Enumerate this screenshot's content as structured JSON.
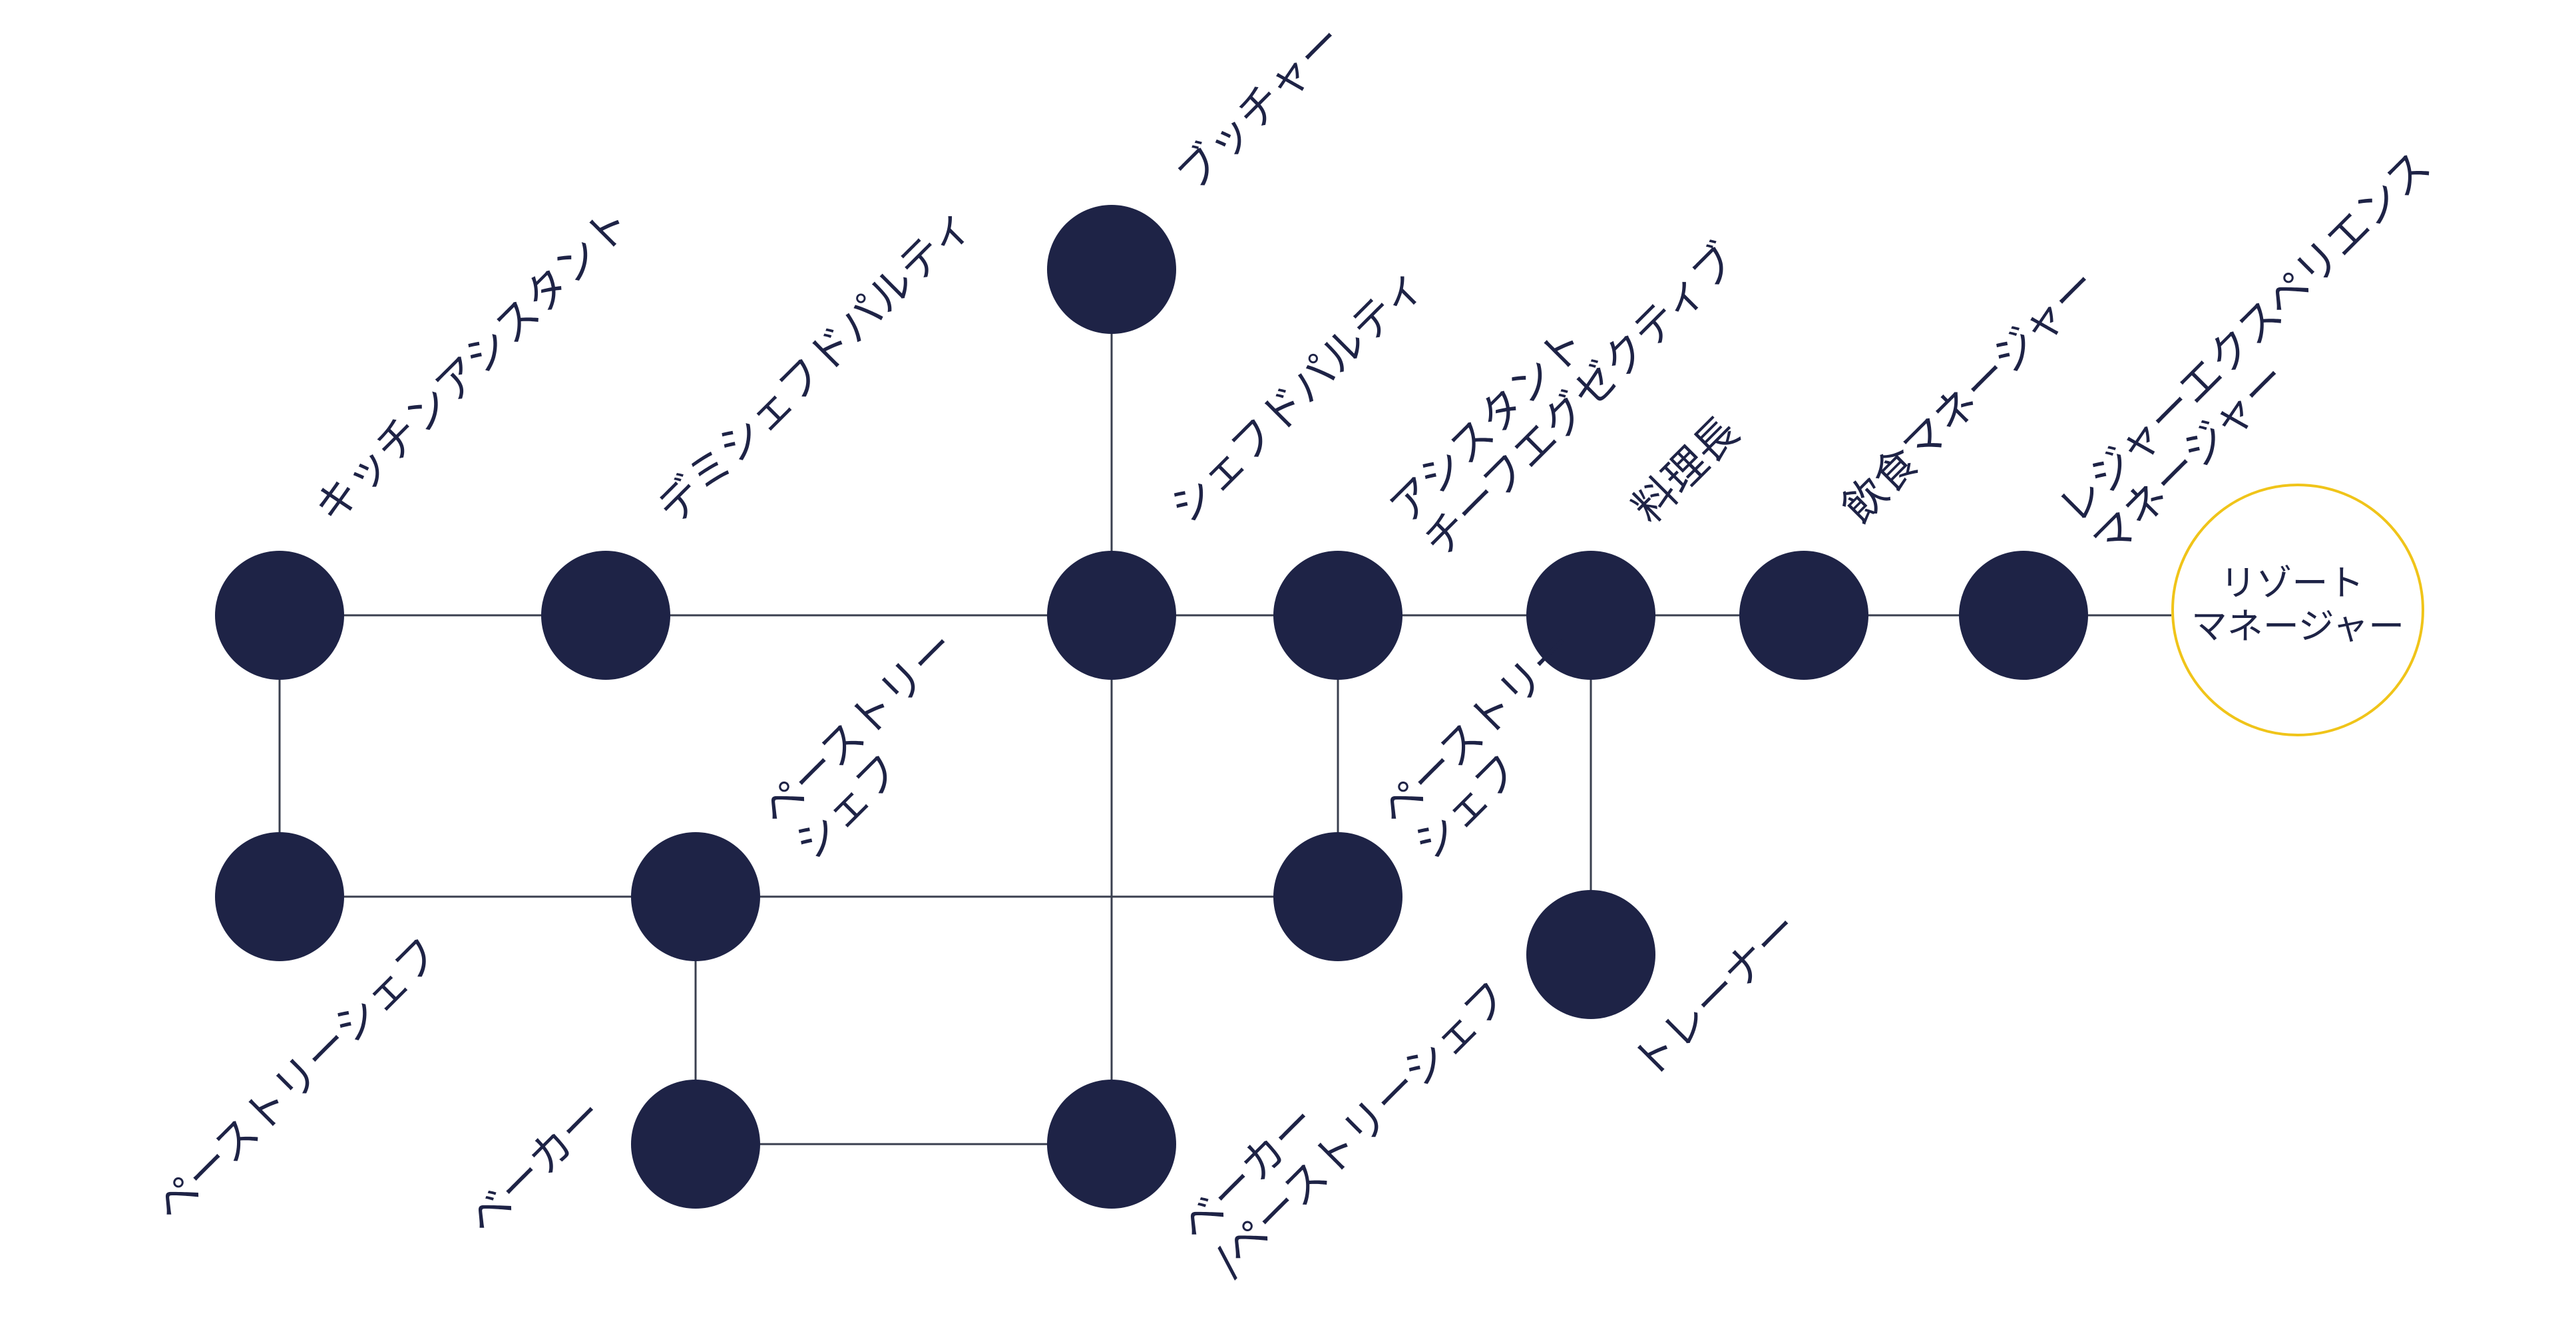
{
  "nodes": {
    "kitchen_assistant": "キッチンアシスタント",
    "demi_chef": "デミシェフドパルティ",
    "butcher": "ブッチャー",
    "chef_de_partie": "シェフドパルティ",
    "asst_exec_chef": [
      "アシスタント",
      "チーフエグゼクティブ"
    ],
    "head_chef": "料理長",
    "fb_manager": "飲食マネージャー",
    "leisure_manager": [
      "レジャーエクスペリエンス",
      "マネージャー"
    ],
    "resort_manager": [
      "リゾート",
      "マネージャー"
    ],
    "pastry_chef_left": "ペーストリーシェフ",
    "pastry_chef_mid": [
      "ペーストリー",
      "シェフ"
    ],
    "pastry_chef_right": [
      "ペーストリー",
      "シェフ"
    ],
    "baker": "ベーカー",
    "baker_pastry_chef": [
      "ベーカー",
      "/ペーストリーシェフ"
    ],
    "trainer": "トレーナー"
  },
  "colors": {
    "node": "#1e2346",
    "edge": "#3a3f4f",
    "goal_ring": "#f0c419"
  }
}
